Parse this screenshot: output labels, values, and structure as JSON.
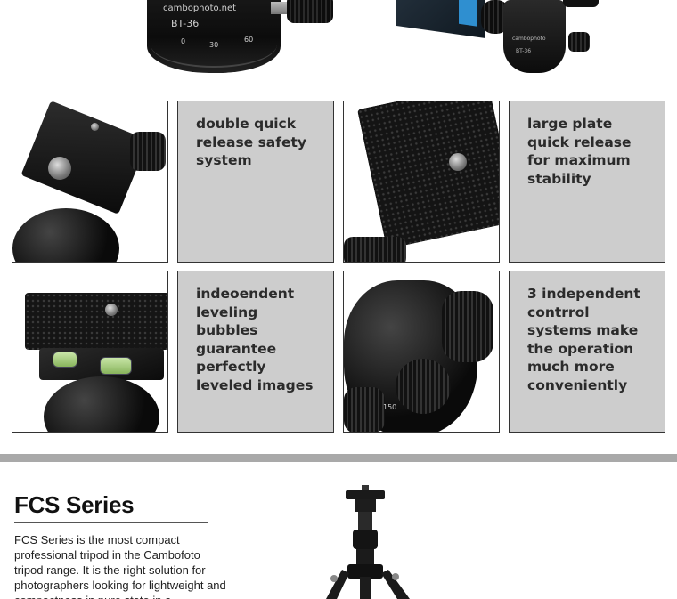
{
  "top_images": {
    "ballhead_left": {
      "brand_text": "cambophoto.net",
      "model_text": "BT-36",
      "scale_marks": [
        "0",
        "30",
        "60"
      ]
    },
    "ballhead_right": {
      "brand_text": "cambophoto",
      "model_text": "BT-36"
    }
  },
  "features": [
    {
      "text": "double quick release safety system"
    },
    {
      "text": "large plate quick release for maximum stability"
    },
    {
      "text": "indeoendent leveling bubbles guarantee perfectly leveled images"
    },
    {
      "text": "3 independent contrrol systems make the operation much more conveniently"
    }
  ],
  "photo_labels": {
    "knob_scale": "150"
  },
  "series": {
    "title": "FCS Series",
    "description": "FCS Series is the most compact professional tripod in the Cambofoto tripod range. It is the right solution for photographers looking for lightweight and compactness in pure state in a"
  },
  "colors": {
    "feature_bg": "#cdcdcd",
    "divider": "#a9a9a9",
    "text_dark": "#2b2b2b"
  }
}
